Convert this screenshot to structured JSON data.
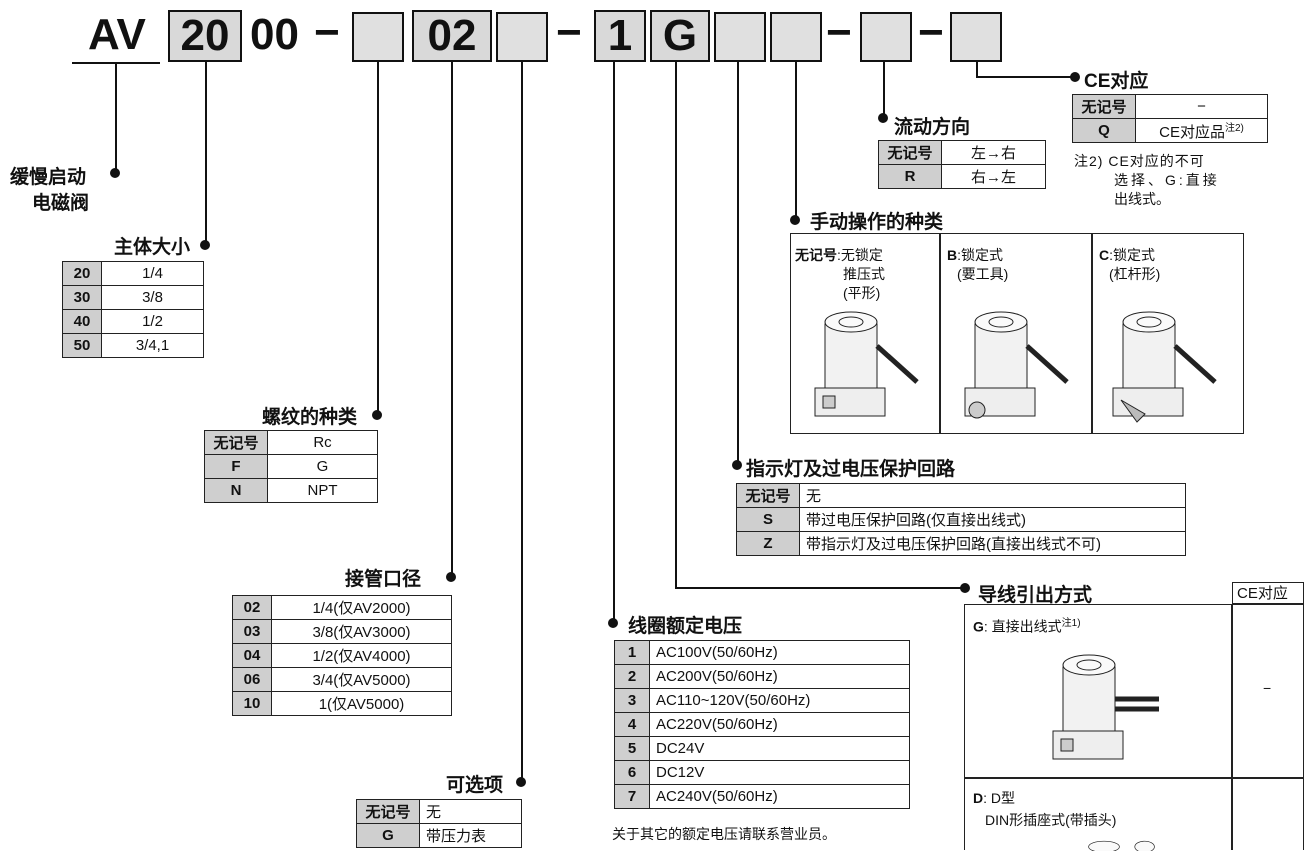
{
  "model": {
    "prefix": "AV",
    "size_code": "20",
    "fixed_code": "00",
    "dash1": "−",
    "port_code": "02",
    "dash2": "−",
    "voltage_code": "1",
    "lead_code": "G",
    "dash3": "−",
    "dash4": "−"
  },
  "product_name": [
    "缓慢启动",
    "电磁阀"
  ],
  "body_size": {
    "title": "主体大小",
    "rows": [
      [
        "20",
        "1/4"
      ],
      [
        "30",
        "3/8"
      ],
      [
        "40",
        "1/2"
      ],
      [
        "50",
        "3/4,1"
      ]
    ]
  },
  "thread": {
    "title": "螺纹的种类",
    "rows": [
      [
        "无记号",
        "Rc"
      ],
      [
        "F",
        "G"
      ],
      [
        "N",
        "NPT"
      ]
    ]
  },
  "port_size": {
    "title": "接管口径",
    "rows": [
      [
        "02",
        "1/4(仅AV2000)"
      ],
      [
        "03",
        "3/8(仅AV3000)"
      ],
      [
        "04",
        "1/2(仅AV4000)"
      ],
      [
        "06",
        "3/4(仅AV5000)"
      ],
      [
        "10",
        "1(仅AV5000)"
      ]
    ]
  },
  "option": {
    "title": "可选项",
    "rows": [
      [
        "无记号",
        "无"
      ],
      [
        "G",
        "带压力表"
      ]
    ]
  },
  "voltage": {
    "title": "线圈额定电压",
    "rows": [
      [
        "1",
        "AC100V(50/60Hz)"
      ],
      [
        "2",
        "AC200V(50/60Hz)"
      ],
      [
        "3",
        "AC110~120V(50/60Hz)"
      ],
      [
        "4",
        "AC220V(50/60Hz)"
      ],
      [
        "5",
        "DC24V"
      ],
      [
        "6",
        "DC12V"
      ],
      [
        "7",
        "AC240V(50/60Hz)"
      ]
    ],
    "note": "关于其它的额定电压请联系营业员。"
  },
  "flow": {
    "title": "流动方向",
    "rows": [
      [
        "无记号",
        "左→右"
      ],
      [
        "R",
        "右→左"
      ]
    ]
  },
  "ce": {
    "title": "CE对应",
    "rows": [
      [
        "无记号",
        "−"
      ],
      [
        "Q",
        "CE对应品"
      ]
    ],
    "sup": "注2)",
    "note": [
      "注2) CE对应的不可",
      "选择、G:直接",
      "出线式。"
    ]
  },
  "manual": {
    "title": "手动操作的种类",
    "items": [
      {
        "key": "无记号",
        "text": ":无锁定",
        "lines": [
          "推压式",
          "(平形)"
        ]
      },
      {
        "key": "B",
        "text": ":锁定式",
        "lines": [
          "(要工具)"
        ]
      },
      {
        "key": "C",
        "text": ":锁定式",
        "lines": [
          "(杠杆形)"
        ]
      }
    ]
  },
  "indicator": {
    "title": "指示灯及过电压保护回路",
    "rows": [
      [
        "无记号",
        "无"
      ],
      [
        "S",
        "带过电压保护回路(仅直接出线式)"
      ],
      [
        "Z",
        "带指示灯及过电压保护回路(直接出线式不可)"
      ]
    ]
  },
  "lead": {
    "title": "导线引出方式",
    "ce_header": "CE对应",
    "items": [
      {
        "key": "G",
        "text": ": 直接出线式",
        "sup": "注1)",
        "ce": "−"
      },
      {
        "key": "D",
        "text": ": D型",
        "line2": "DIN形插座式(带插头)",
        "ce": ""
      }
    ]
  }
}
